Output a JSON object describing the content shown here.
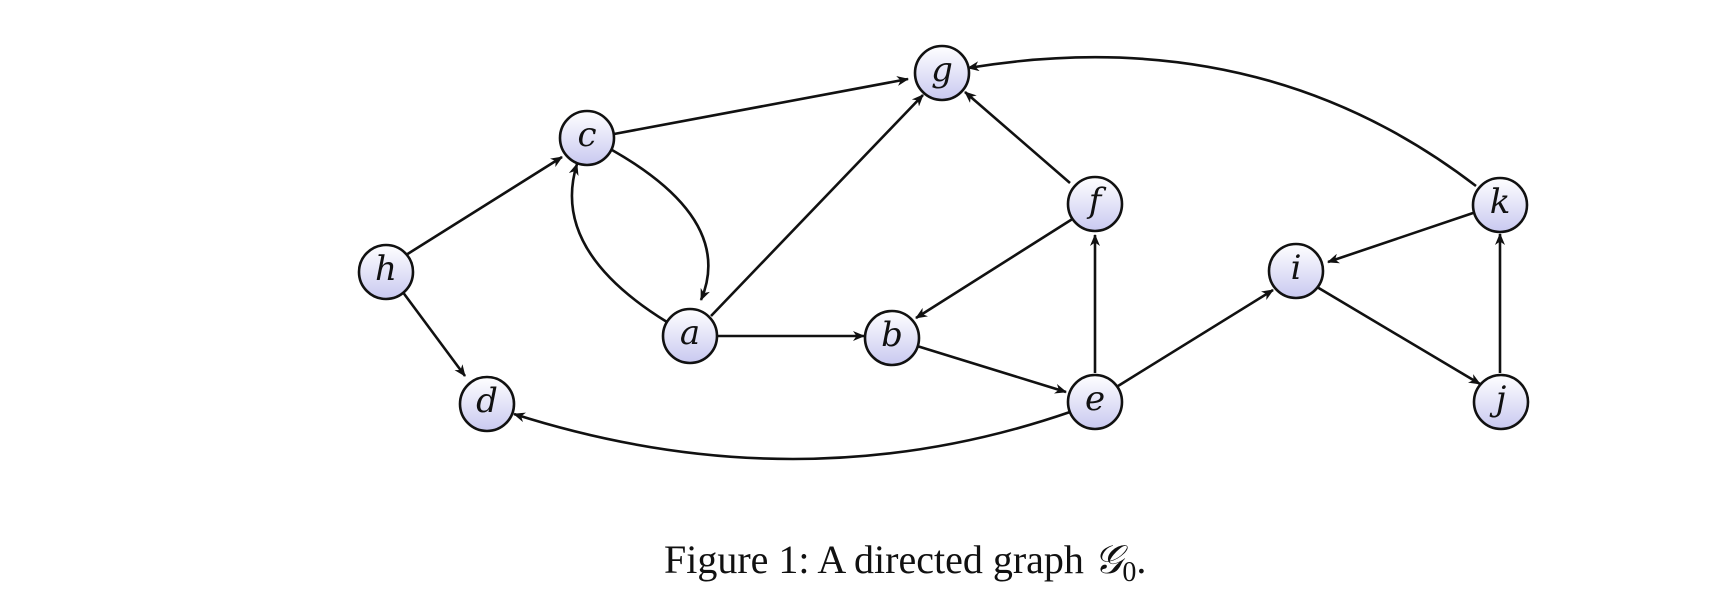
{
  "graph": {
    "nodes": [
      {
        "id": "g",
        "label": "g"
      },
      {
        "id": "c",
        "label": "c"
      },
      {
        "id": "f",
        "label": "f"
      },
      {
        "id": "k",
        "label": "k"
      },
      {
        "id": "h",
        "label": "h"
      },
      {
        "id": "i",
        "label": "i"
      },
      {
        "id": "a",
        "label": "a"
      },
      {
        "id": "b",
        "label": "b"
      },
      {
        "id": "d",
        "label": "d"
      },
      {
        "id": "e",
        "label": "e"
      },
      {
        "id": "j",
        "label": "j"
      }
    ],
    "edges": [
      {
        "from": "c",
        "to": "g"
      },
      {
        "from": "a",
        "to": "g"
      },
      {
        "from": "f",
        "to": "g"
      },
      {
        "from": "k",
        "to": "g"
      },
      {
        "from": "h",
        "to": "c"
      },
      {
        "from": "h",
        "to": "d"
      },
      {
        "from": "c",
        "to": "a"
      },
      {
        "from": "a",
        "to": "c"
      },
      {
        "from": "a",
        "to": "b"
      },
      {
        "from": "f",
        "to": "b"
      },
      {
        "from": "b",
        "to": "e"
      },
      {
        "from": "e",
        "to": "f"
      },
      {
        "from": "e",
        "to": "d"
      },
      {
        "from": "e",
        "to": "i"
      },
      {
        "from": "k",
        "to": "i"
      },
      {
        "from": "i",
        "to": "j"
      },
      {
        "from": "j",
        "to": "k"
      }
    ],
    "colors": {
      "node_fill_top": "#ffffff",
      "node_fill_bottom": "#c9c9f0",
      "stroke": "#111111"
    }
  },
  "caption": {
    "prefix": "Figure 1:  A directed graph ",
    "symbol": "𝒢",
    "subscript": "0",
    "suffix": "."
  }
}
